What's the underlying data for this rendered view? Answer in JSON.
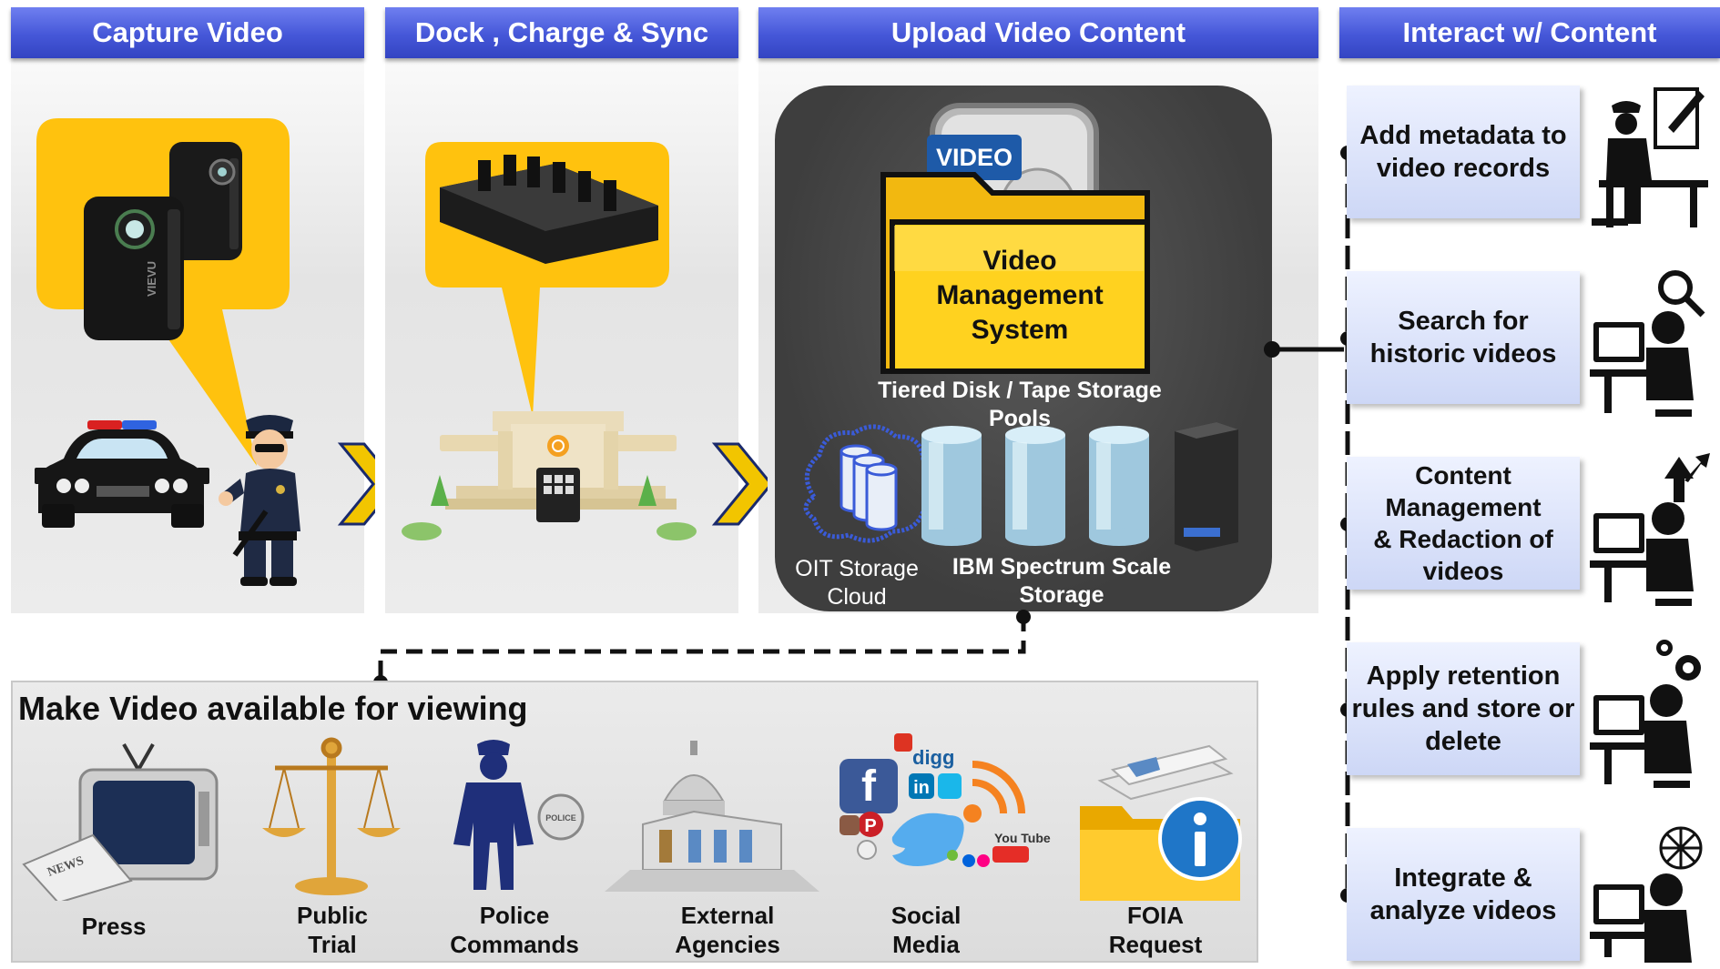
{
  "columns": {
    "capture": "Capture Video",
    "dock": "Dock , Charge & Sync",
    "upload": "Upload Video Content",
    "interact": "Interact w/ Content"
  },
  "vms": {
    "badge": "VIDEO",
    "title_lines": [
      "Video",
      "Management",
      "System"
    ],
    "pool_lines": [
      "Tiered Disk / Tape Storage",
      "Pools"
    ],
    "cloud_lines": [
      "OIT Storage",
      "Cloud"
    ],
    "spectrum_lines": [
      "IBM Spectrum Scale",
      "Storage"
    ]
  },
  "tasks": [
    {
      "lines": [
        "Add metadata to",
        "video records"
      ]
    },
    {
      "lines": [
        "Search for",
        "historic videos"
      ]
    },
    {
      "lines": [
        "Content",
        "Management",
        "& Redaction of",
        "videos"
      ]
    },
    {
      "lines": [
        "Apply retention",
        "rules and store or",
        "delete"
      ]
    },
    {
      "lines": [
        "Integrate &",
        "analyze videos"
      ]
    }
  ],
  "viewing": {
    "title": "Make Video available for viewing",
    "items": [
      {
        "lines": [
          "Press"
        ]
      },
      {
        "lines": [
          "Public",
          "Trial"
        ]
      },
      {
        "lines": [
          "Police",
          "Commands"
        ]
      },
      {
        "lines": [
          "External",
          "Agencies"
        ]
      },
      {
        "lines": [
          "Social",
          "Media"
        ]
      },
      {
        "lines": [
          "FOIA",
          "Request"
        ]
      }
    ],
    "icon_text": {
      "news": "NEWS",
      "badge": "POLICE",
      "digg": "digg",
      "youtube": "You Tube"
    }
  },
  "camera_brand": "VIEVU",
  "colors": {
    "header": "#4557d8",
    "bubble": "#ffc20e",
    "arrow": "#f2c500",
    "vms_bg": "#4a4a4a",
    "folder": "#ffd21f"
  }
}
